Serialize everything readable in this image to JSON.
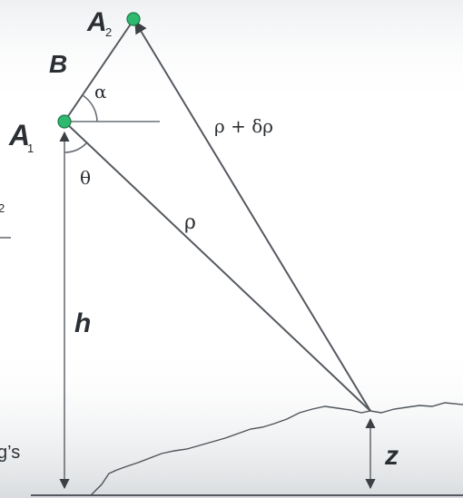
{
  "labels": {
    "A2_main": "A",
    "A2_sub": "2",
    "B": "B",
    "A1_main": "A",
    "A1_sub": "1",
    "alpha": "α",
    "theta": "θ",
    "rho": "ρ",
    "rho_delta": "ρ + δρ",
    "h": "h",
    "z": "z"
  },
  "edge_fragments": {
    "superscript_2": "2",
    "gs": "g’s"
  },
  "colors": {
    "node_fill": "#2fb870",
    "line": "#555a60",
    "text": "#2b2f33"
  }
}
